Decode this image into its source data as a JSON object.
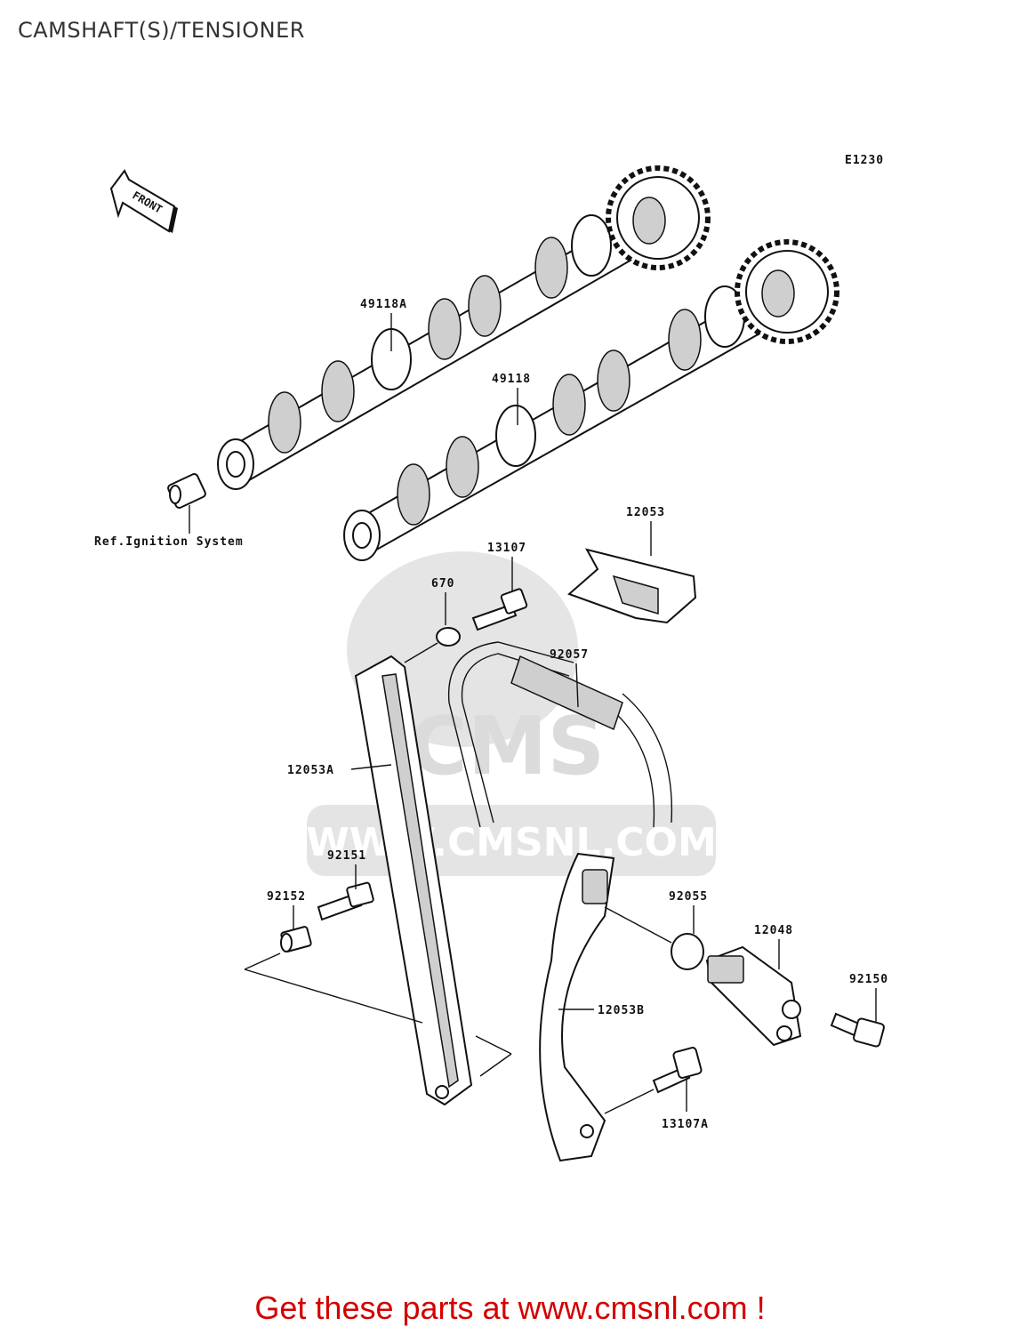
{
  "page": {
    "title": "CAMSHAFT(S)/TENSIONER",
    "diagram_code": "E1230",
    "front_label": "FRONT",
    "reference_note": "Ref.Ignition System",
    "watermark_text": "CMS",
    "watermark_url": "WWW.CMSNL.COM",
    "cta": "Get these parts at www.cmsnl.com !"
  },
  "parts": {
    "p49118A": "49118A",
    "p49118": "49118",
    "p12053": "12053",
    "p13107": "13107",
    "p670": "670",
    "p92057": "92057",
    "p12053A": "12053A",
    "p92151": "92151",
    "p92152": "92152",
    "p92055": "92055",
    "p12048": "12048",
    "p92150": "92150",
    "p12053B": "12053B",
    "p13107A": "13107A"
  }
}
